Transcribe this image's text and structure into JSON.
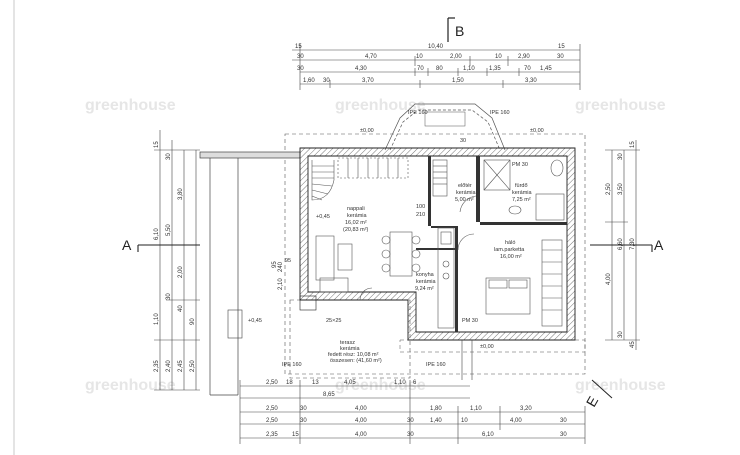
{
  "watermark": {
    "text": "greenhouse"
  },
  "section_marks": {
    "a_left": "A",
    "a_right": "A",
    "b_top": "B",
    "e_mark": "E"
  },
  "top_dims": {
    "row1": [
      "15",
      "10,40",
      "15"
    ],
    "row2": [
      "30",
      "4,70",
      "10",
      "2,00",
      "10",
      "2,90",
      "30"
    ],
    "row3": [
      "30",
      "4,30",
      "70",
      "80",
      "1,10",
      "1,35",
      "70",
      "1,45"
    ],
    "row4": [
      "1,60",
      "30",
      "3,70",
      "1,50",
      "3,30"
    ]
  },
  "bottom_dims": {
    "row1": [
      "2,50",
      "18",
      "13",
      "4,05",
      "1,10",
      "6"
    ],
    "row2": [
      "8,65"
    ],
    "row3": [
      "2,50",
      "30",
      "4,00",
      "1,80",
      "1,10",
      "3,20"
    ],
    "row4": [
      "2,50",
      "30",
      "4,00",
      "30",
      "1,40",
      "10",
      "4,00",
      "30"
    ],
    "row5": [
      "2,35",
      "15",
      "4,00",
      "30",
      "6,10",
      "30"
    ]
  },
  "left_dims": [
    "15",
    "30",
    "6,10",
    "3,80",
    "5,50",
    "2,00",
    "1,10",
    "30",
    "40",
    "2,35",
    "2,40",
    "2,45",
    "2,50",
    "90",
    "2,10",
    "95",
    "240"
  ],
  "right_dims": [
    "15",
    "30",
    "2,50",
    "3,50",
    "6,60",
    "7,30",
    "4,00",
    "30",
    "45"
  ],
  "rooms": {
    "nappali": {
      "name": "nappali",
      "finish": "kerámia",
      "area": "16,02 m²",
      "area2": "(20,83 m²)"
    },
    "eloter": {
      "name": "előtér",
      "finish": "kerámia",
      "area": "5,00 m²"
    },
    "furdo": {
      "name": "fürdő",
      "finish": "kerámia",
      "area": "7,25 m²"
    },
    "halo": {
      "name": "háló",
      "finish": "lam.parketta",
      "area": "16,00 m²"
    },
    "konyha": {
      "name": "konyha",
      "finish": "kerámia",
      "area": "9,24 m²"
    },
    "terasz": {
      "name": "terasz",
      "finish": "kerámia",
      "area1": "fedett rész: 10,08 m²",
      "area2": "összesen: (41,60 m²)"
    }
  },
  "annotations": {
    "ipe_top_left": "IPE 160",
    "ipe_top_right": "IPE 160",
    "ipe_bottom_left": "IPE 160",
    "ipe_bottom_right": "IPE 160",
    "level_top_left": "±0,00",
    "level_top_right": "±0,00",
    "level_bottom": "±0,00",
    "level_nappali": "+0,45",
    "level_terasz": "+0,45",
    "pm_top": "PM 30",
    "pm_bottom": "PM 30",
    "pillar": "25×25",
    "door_100": "100",
    "door_210": "210",
    "misc_30": "30",
    "misc_95": "95"
  }
}
